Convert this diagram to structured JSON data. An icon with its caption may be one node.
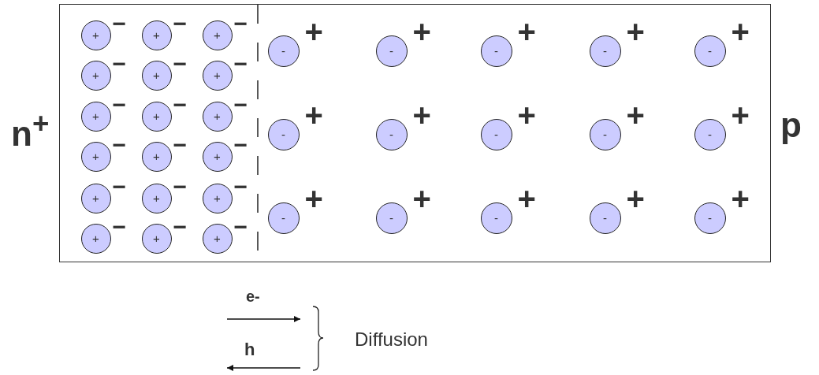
{
  "diagram": {
    "nodes": [
      {
        "text": [],
        "shape": "box"
      },
      {
        "text": [
          "+"
        ],
        "beside": [
          "−"
        ],
        "in": 0
      },
      {
        "text": [
          "+"
        ],
        "beside": [
          "−"
        ],
        "in": 0
      },
      {
        "text": [
          "+"
        ],
        "beside": [
          "−"
        ],
        "in": 0
      },
      {
        "text": [
          "+"
        ],
        "beside": [
          "−"
        ],
        "in": 0
      },
      {
        "text": [
          "+"
        ],
        "beside": [
          "−"
        ],
        "in": 0
      },
      {
        "text": [
          "+"
        ],
        "beside": [
          "−"
        ],
        "in": 0
      },
      {
        "text": [
          "+"
        ],
        "beside": [
          "−"
        ],
        "in": 0
      },
      {
        "text": [
          "+"
        ],
        "beside": [
          "−"
        ],
        "in": 0
      },
      {
        "text": [
          "+"
        ],
        "beside": [
          "−"
        ],
        "in": 0
      },
      {
        "text": [
          "+"
        ],
        "beside": [
          "−"
        ],
        "in": 0
      },
      {
        "text": [
          "+"
        ],
        "beside": [
          "−"
        ],
        "in": 0
      },
      {
        "text": [
          "+"
        ],
        "beside": [
          "−"
        ],
        "in": 0
      },
      {
        "text": [
          "+"
        ],
        "beside": [
          "−"
        ],
        "in": 0
      },
      {
        "text": [
          "+"
        ],
        "beside": [
          "−"
        ],
        "in": 0
      },
      {
        "text": [
          "+"
        ],
        "beside": [
          "−"
        ],
        "in": 0
      },
      {
        "text": [
          "+"
        ],
        "beside": [
          "−"
        ],
        "in": 0
      },
      {
        "text": [
          "+"
        ],
        "beside": [
          "−"
        ],
        "in": 0
      },
      {
        "text": [
          "+"
        ],
        "beside": [
          "−"
        ],
        "in": 0
      },
      {
        "text": [
          "-"
        ],
        "beside": [
          "+"
        ],
        "in": 0
      },
      {
        "text": [
          "-"
        ],
        "beside": [
          "+"
        ],
        "in": 0
      },
      {
        "text": [
          "-"
        ],
        "beside": [
          "+"
        ],
        "in": 0
      },
      {
        "text": [
          "-"
        ],
        "beside": [
          "+"
        ],
        "in": 0
      },
      {
        "text": [
          "-"
        ],
        "beside": [
          "+"
        ],
        "in": 0
      },
      {
        "text": [
          "-"
        ],
        "beside": [
          "+"
        ],
        "in": 0
      },
      {
        "text": [
          "-"
        ],
        "beside": [
          "+"
        ],
        "in": 0
      },
      {
        "text": [
          "-"
        ],
        "beside": [
          "+"
        ],
        "in": 0
      },
      {
        "text": [
          "-"
        ],
        "beside": [
          "+"
        ],
        "in": 0
      },
      {
        "text": [
          "-"
        ],
        "beside": [
          "+"
        ],
        "in": 0
      },
      {
        "text": [
          "-"
        ],
        "beside": [
          "+"
        ],
        "in": 0
      },
      {
        "text": [
          "-"
        ],
        "beside": [
          "+"
        ],
        "in": 0
      },
      {
        "text": [
          "-"
        ],
        "beside": [
          "+"
        ],
        "in": 0
      },
      {
        "text": [
          "-"
        ],
        "beside": [
          "+"
        ],
        "in": 0
      },
      {
        "text": [
          "-"
        ],
        "beside": [
          "+"
        ],
        "in": 0
      }
    ],
    "edges": [],
    "labels": [
      "n$^{+}$",
      "p",
      "e-",
      "h",
      "Diffusion"
    ]
  }
}
